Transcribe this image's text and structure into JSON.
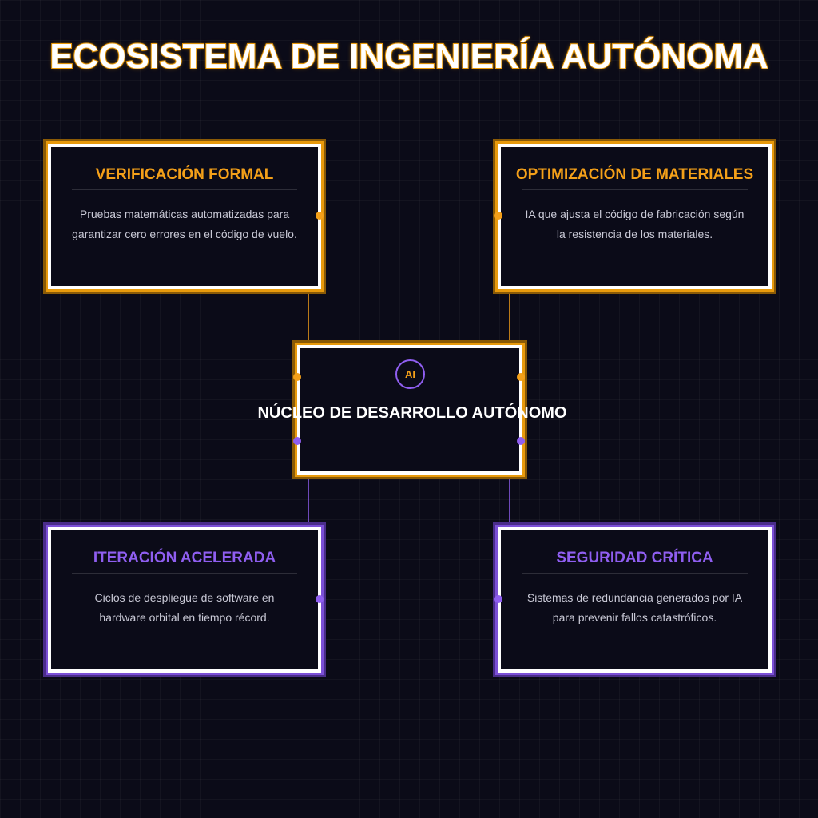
{
  "title": "ECOSISTEMA DE INGENIERÍA AUTÓNOMA",
  "colors": {
    "background": "#0b0b18",
    "orange": "#f4a019",
    "purple": "#8f5ef0",
    "card_border": "#ffffff",
    "text_muted": "#c9c9d6"
  },
  "core": {
    "badge": "AI",
    "title": "NÚCLEO DE DESARROLLO AUTÓNOMO"
  },
  "cards": [
    {
      "title": "VERIFICACIÓN FORMAL",
      "description": "Pruebas matemáticas automatizadas para garantizar cero errores en el código de vuelo.",
      "accent": "orange"
    },
    {
      "title": "OPTIMIZACIÓN DE MATERIALES",
      "description": "IA que ajusta el código de fabricación según la resistencia de los materiales.",
      "accent": "orange"
    },
    {
      "title": "ITERACIÓN ACELERADA",
      "description": "Ciclos de despliegue de software en hardware orbital en tiempo récord.",
      "accent": "purple"
    },
    {
      "title": "SEGURIDAD CRÍTICA",
      "description": "Sistemas de redundancia generados por IA para prevenir fallos catastróficos.",
      "accent": "purple"
    }
  ]
}
